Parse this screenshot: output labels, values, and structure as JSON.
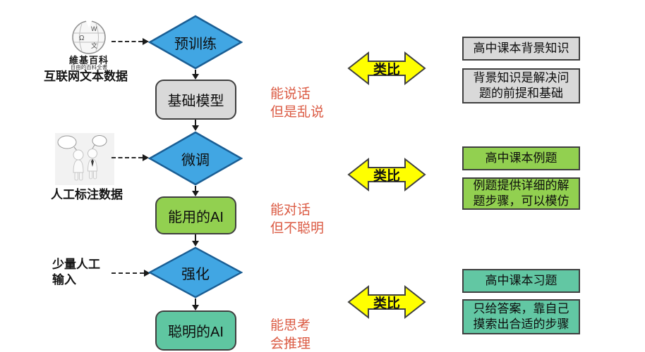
{
  "colors": {
    "diamond_fill": "#41a6e3",
    "diamond_stroke": "#1a5e94",
    "gray_fill": "#d9d9d9",
    "green_fill": "#92d050",
    "teal_fill": "#5fc6a1",
    "box_border": "#3f3f3f",
    "analogy_yellow": "#ffff00",
    "note_red": "#db5b44"
  },
  "left_column": {
    "wiki": {
      "glyphs": [
        "Ω",
        "W",
        "文"
      ],
      "title": "維基百科",
      "subtitle": "自由的百科全書",
      "caption": "互联网文本数据"
    },
    "annotated": {
      "caption": "人工标注数据"
    },
    "manual": {
      "caption": "少量人工\n输入"
    }
  },
  "flow": {
    "nodes": [
      {
        "label": "预训练"
      },
      {
        "label": "基础模型",
        "note": "能说话\n但是乱说"
      },
      {
        "label": "微调"
      },
      {
        "label": "能用的AI",
        "note": "能对话\n但不聪明"
      },
      {
        "label": "强化"
      },
      {
        "label": "聪明的AI",
        "note": "能思考\n会推理"
      }
    ]
  },
  "analogy": {
    "label": "类比"
  },
  "right_column": {
    "groups": [
      {
        "title": "高中课本背景知识",
        "desc": "背景知识是解决问\n题的前提和基础"
      },
      {
        "title": "高中课本例题",
        "desc": "例题提供详细的解\n题步骤，可以模仿"
      },
      {
        "title": "高中课本习题",
        "desc": "只给答案，靠自己\n摸索出合适的步骤"
      }
    ]
  }
}
